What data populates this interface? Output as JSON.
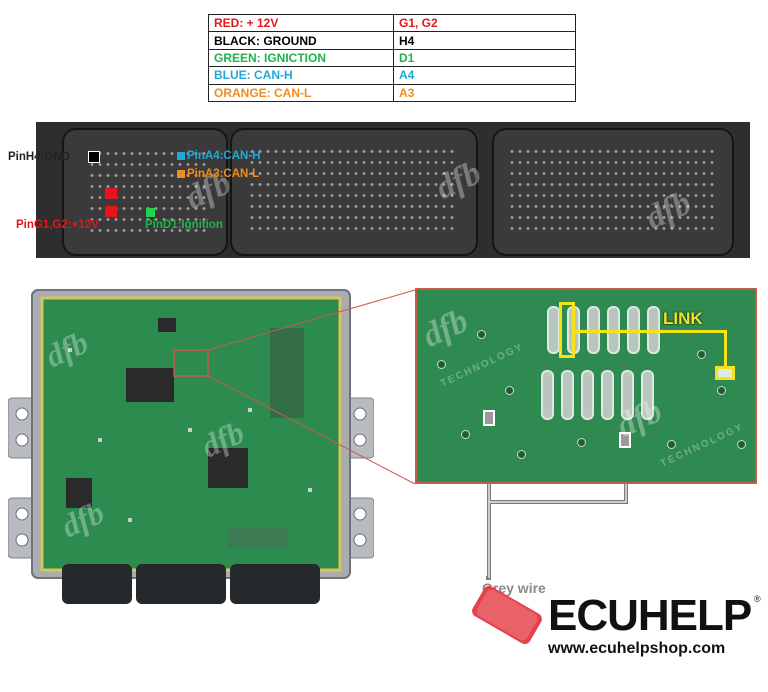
{
  "legend": {
    "rows": [
      {
        "wire": "RED: + 12V",
        "pins": "G1, G2",
        "color": "#e8141c"
      },
      {
        "wire": "BLACK: GROUND",
        "pins": "H4",
        "color": "#000000"
      },
      {
        "wire": "GREEN: IGNICTION",
        "pins": "D1",
        "color": "#21b24b"
      },
      {
        "wire": "BLUE: CAN-H",
        "pins": "A4",
        "color": "#22a8d8"
      },
      {
        "wire": "ORANGE: CAN-L",
        "pins": "A3",
        "color": "#f08c1e"
      }
    ]
  },
  "connector": {
    "labels": {
      "gnd": "PinH4:GND",
      "canh": "PinA4:CAN-H",
      "canl": "PinA3:CAN-L",
      "power": "PinG1,G2:+12V",
      "ignition": "PinD1:Ignition"
    }
  },
  "zoom": {
    "link_label": "LINK",
    "grey_wire_label": "Grey wire"
  },
  "watermark": {
    "logo_text": "dfb",
    "sub_text": "TECHNOLOGY"
  },
  "brand": {
    "name": "ECUHELP",
    "registered": "®",
    "url": "www.ecuhelpshop.com",
    "accent_color": "#e4414b"
  }
}
